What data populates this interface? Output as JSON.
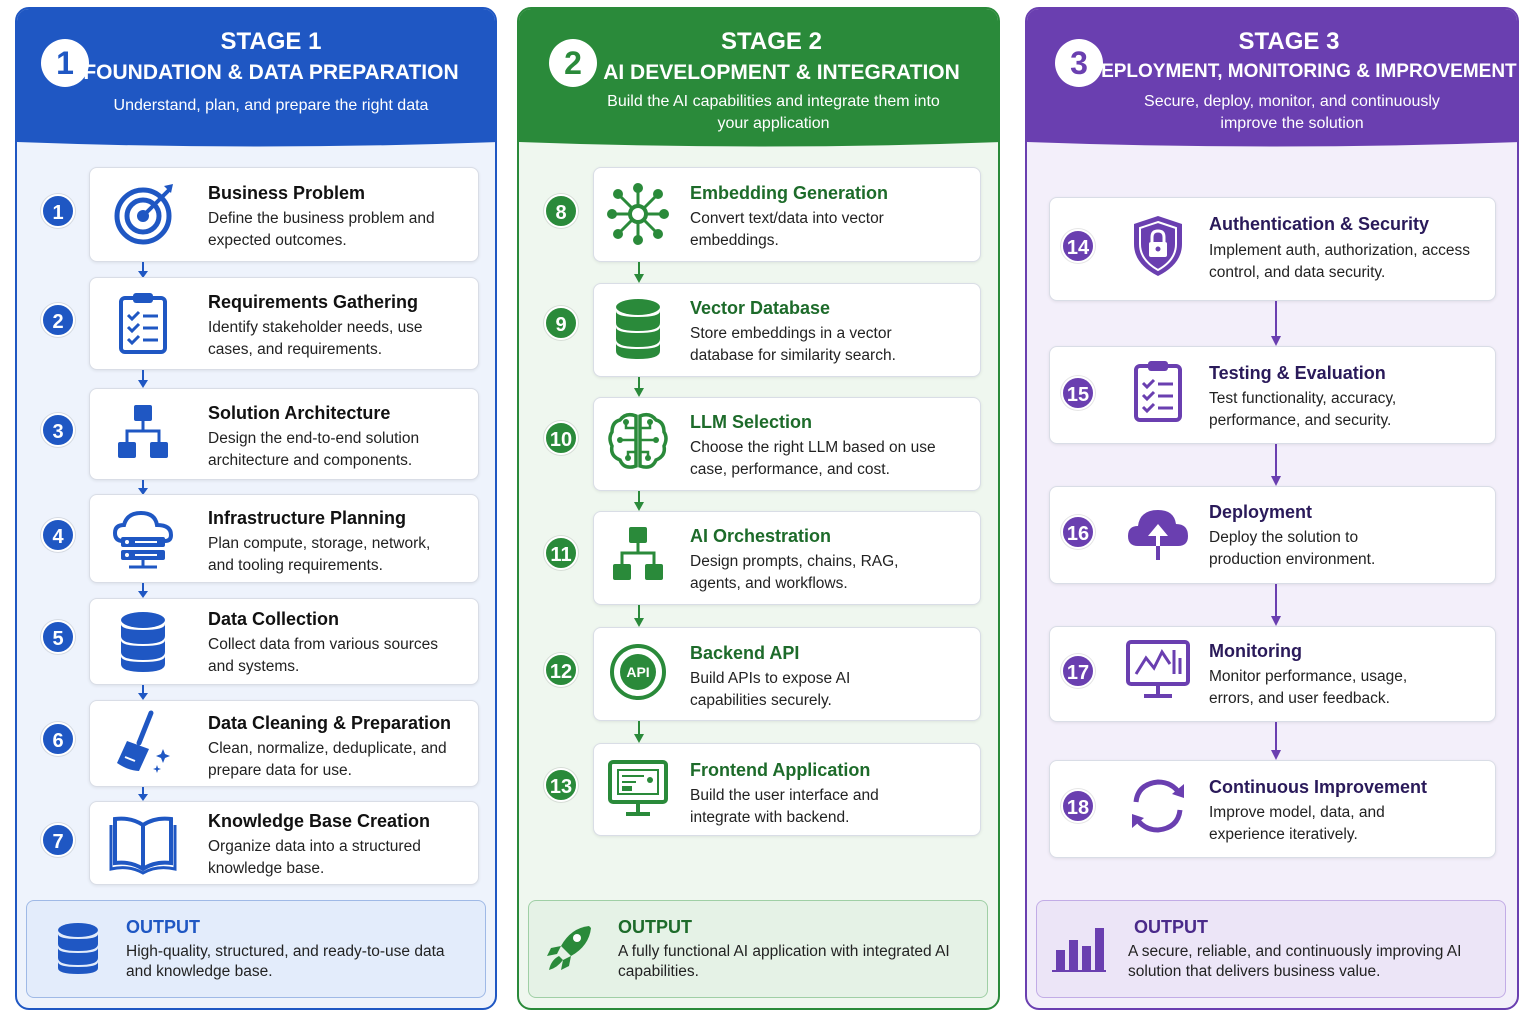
{
  "colors": {
    "blue": "#1f57c3",
    "green": "#2a8a3a",
    "purple": "#6a3fb0"
  },
  "stages": [
    {
      "number": "1",
      "title": "STAGE 1",
      "subtitle": "FOUNDATION & DATA PREPARATION",
      "description": "Understand, plan, and prepare the right data",
      "steps": [
        {
          "number": "1",
          "icon": "target-icon",
          "title": "Business Problem",
          "description": "Define the business problem and expected outcomes."
        },
        {
          "number": "2",
          "icon": "clipboard-checklist-icon",
          "title": "Requirements Gathering",
          "description": "Identify stakeholder needs, use cases, and requirements."
        },
        {
          "number": "3",
          "icon": "hierarchy-icon",
          "title": "Solution Architecture",
          "description": "Design the end-to-end solution architecture and components."
        },
        {
          "number": "4",
          "icon": "cloud-server-icon",
          "title": "Infrastructure Planning",
          "description": "Plan compute, storage, network, and tooling requirements."
        },
        {
          "number": "5",
          "icon": "database-icon",
          "title": "Data Collection",
          "description": "Collect data from various sources and systems."
        },
        {
          "number": "6",
          "icon": "broom-icon",
          "title": "Data Cleaning & Preparation",
          "description": "Clean, normalize, deduplicate, and prepare data for use."
        },
        {
          "number": "7",
          "icon": "open-book-icon",
          "title": "Knowledge Base Creation",
          "description": "Organize data into a structured knowledge base."
        }
      ],
      "output": {
        "icon": "database-icon",
        "title": "OUTPUT",
        "description": "High-quality, structured, and ready-to-use data and knowledge base."
      }
    },
    {
      "number": "2",
      "title": "STAGE 2",
      "subtitle": "AI DEVELOPMENT & INTEGRATION",
      "description": "Build the AI capabilities and integrate them into your application",
      "steps": [
        {
          "number": "8",
          "icon": "network-nodes-icon",
          "title": "Embedding Generation",
          "description": "Convert text/data into vector embeddings."
        },
        {
          "number": "9",
          "icon": "database-icon",
          "title": "Vector Database",
          "description": "Store embeddings in a vector database for similarity search."
        },
        {
          "number": "10",
          "icon": "brain-circuit-icon",
          "title": "LLM Selection",
          "description": "Choose the right LLM based on use case, performance, and cost."
        },
        {
          "number": "11",
          "icon": "hierarchy-icon",
          "title": "AI Orchestration",
          "description": "Design prompts, chains, RAG, agents, and workflows."
        },
        {
          "number": "12",
          "icon": "api-icon",
          "title": "Backend API",
          "description": "Build APIs to expose AI capabilities securely."
        },
        {
          "number": "13",
          "icon": "monitor-app-icon",
          "title": "Frontend Application",
          "description": "Build the user interface and integrate with backend."
        }
      ],
      "output": {
        "icon": "rocket-icon",
        "title": "OUTPUT",
        "description": "A fully functional AI application with integrated AI capabilities."
      }
    },
    {
      "number": "3",
      "title": "STAGE 3",
      "subtitle": "DEPLOYMENT, MONITORING & IMPROVEMENT",
      "description": "Secure, deploy, monitor, and continuously improve the solution",
      "steps": [
        {
          "number": "14",
          "icon": "shield-lock-icon",
          "title": "Authentication & Security",
          "description": "Implement auth, authorization, access control, and data security."
        },
        {
          "number": "15",
          "icon": "clipboard-checklist-icon",
          "title": "Testing & Evaluation",
          "description": "Test functionality, accuracy, performance, and security."
        },
        {
          "number": "16",
          "icon": "cloud-upload-icon",
          "title": "Deployment",
          "description": "Deploy the solution to production environment."
        },
        {
          "number": "17",
          "icon": "monitor-chart-icon",
          "title": "Monitoring",
          "description": "Monitor performance, usage, errors, and user feedback."
        },
        {
          "number": "18",
          "icon": "refresh-icon",
          "title": "Continuous Improvement",
          "description": "Improve model, data, and experience iteratively."
        }
      ],
      "output": {
        "icon": "bar-chart-icon",
        "title": "OUTPUT",
        "description": "A secure, reliable, and continuously improving AI solution that delivers business value."
      }
    }
  ]
}
